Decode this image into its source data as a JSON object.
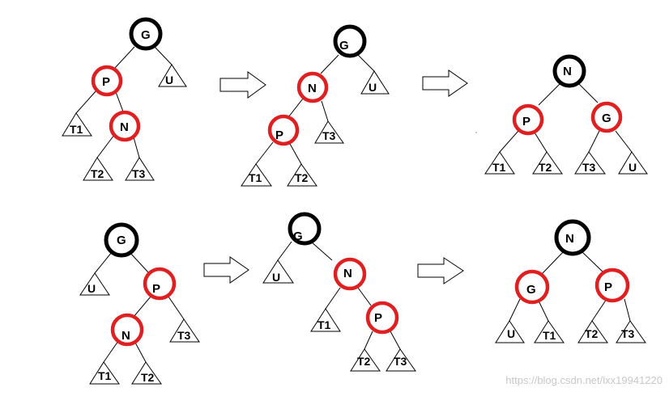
{
  "node_labels": {
    "G": "G",
    "P": "P",
    "N": "N",
    "U": "U",
    "T1": "T1",
    "T2": "T2",
    "T3": "T3"
  },
  "colors": {
    "black_node": "#000000",
    "red_node": "#e02020",
    "watermark": "#c8c8c8"
  },
  "watermark": "https://blog.csdn.net/lxx19941220"
}
